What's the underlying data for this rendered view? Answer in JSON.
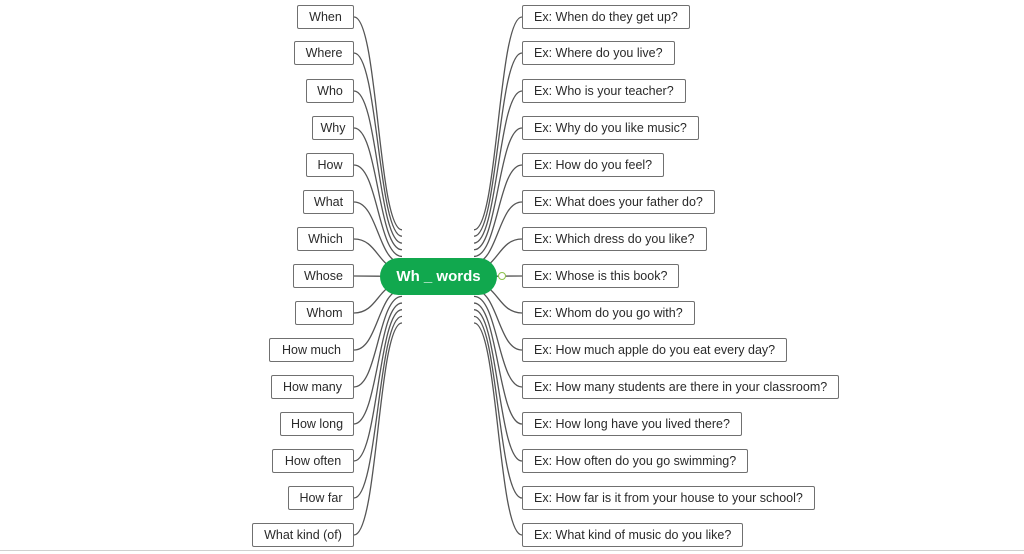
{
  "central_topic": "Wh _ words",
  "colors": {
    "central_fill": "#11a84e",
    "central_text": "#ffffff",
    "connector": "#555555",
    "node_border": "#707070",
    "collapse_dot": "#8bc34a"
  },
  "wh_words": [
    "When",
    "Where",
    "Who",
    "Why",
    "How",
    "What",
    "Which",
    "Whose",
    "Whom",
    "How much",
    "How many",
    "How long",
    "How often",
    "How far",
    "What kind (of)"
  ],
  "examples": [
    "Ex: When do they get up?",
    "Ex: Where do you live?",
    "Ex: Who is your teacher?",
    "Ex: Why do you like music?",
    "Ex: How do you feel?",
    "Ex: What does your father do?",
    "Ex: Which dress do you like?",
    "Ex: Whose is this book?",
    "Ex: Whom do you go with?",
    "Ex: How much apple do you eat every day?",
    "Ex: How many students are there in your classroom?",
    "Ex: How long have you lived there?",
    "Ex: How often do you go swimming?",
    "Ex: How far is it from your house to your school?",
    "Ex: What kind of music do you like?"
  ]
}
